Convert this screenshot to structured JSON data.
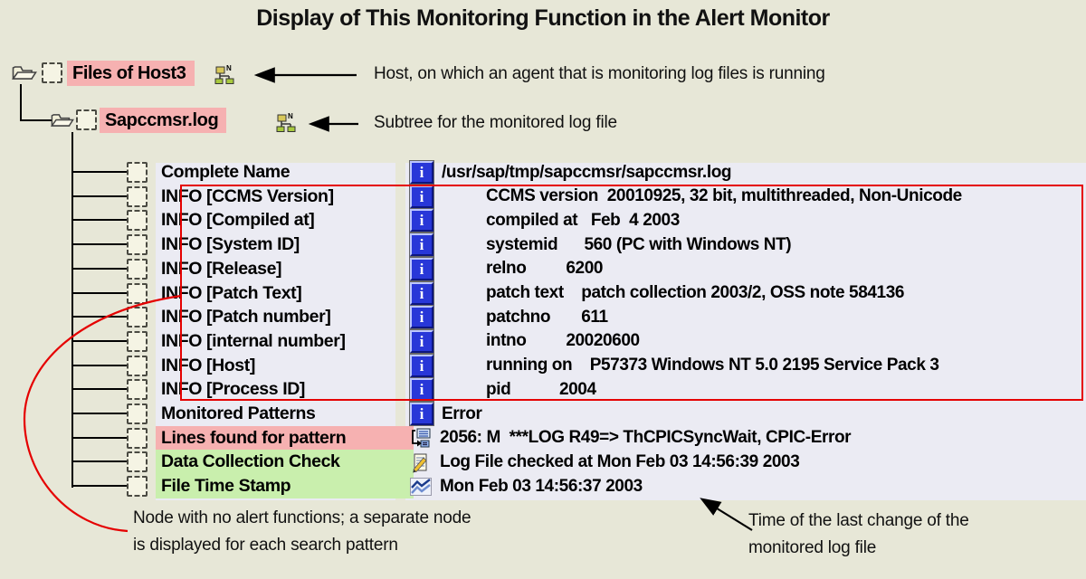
{
  "title": "Display of This Monitoring Function in the Alert Monitor",
  "colors": {
    "page_bg": "#e7e7d7",
    "panel_bg": "#ebebf3",
    "highlight_pink": "#f6b1b1",
    "highlight_green": "#c9efad",
    "callout_red": "#e50000",
    "info_icon_blue": "#2837d8"
  },
  "icons": {
    "folder": "folder-icon",
    "checkbox": "dashed-checkbox",
    "subtree": "subtree-icon",
    "info": "info-icon",
    "lines_found": "log-lines-icon",
    "data_collection": "notepad-pencil-icon",
    "time_stamp": "line-chart-icon"
  },
  "tree": {
    "root": {
      "label": "Files of Host3"
    },
    "subtree": {
      "label": "Sapccmsr.log"
    },
    "rows": [
      {
        "label": "Complete Name",
        "value": "/usr/sap/tmp/sapccmsr/sapccmsr.log"
      },
      {
        "label": "INFO [CCMS Version]",
        "value": "CCMS version  20010925, 32 bit, multithreaded, Non-Unicode"
      },
      {
        "label": "INFO [Compiled at]",
        "value": "compiled at   Feb  4 2003"
      },
      {
        "label": "INFO [System ID]",
        "value": "systemid      560 (PC with Windows NT)"
      },
      {
        "label": "INFO [Release]",
        "value": "relno         6200"
      },
      {
        "label": "INFO [Patch Text]",
        "value": "patch text    patch collection 2003/2, OSS note 584136"
      },
      {
        "label": "INFO [Patch number]",
        "value": "patchno       611"
      },
      {
        "label": "INFO [internal number]",
        "value": "intno         20020600"
      },
      {
        "label": "INFO [Host]",
        "value": "running on    P57373 Windows NT 5.0 2195 Service Pack 3"
      },
      {
        "label": "INFO [Process ID]",
        "value": "pid           2004"
      },
      {
        "label": "Monitored Patterns",
        "value": "Error"
      },
      {
        "label": "Lines found for pattern",
        "value": "2056: M  ***LOG R49=> ThCPICSyncWait, CPIC-Error"
      },
      {
        "label": "Data Collection Check",
        "value": "Log File checked at Mon Feb 03 14:56:39 2003"
      },
      {
        "label": "File Time Stamp",
        "value": "Mon Feb 03 14:56:37 2003"
      }
    ]
  },
  "annotations": {
    "host": "Host, on which an agent that is monitoring log files is running",
    "subtree": "Subtree for the monitored log file",
    "node_line1": "Node with no alert functions; a separate node",
    "node_line2": "is displayed for each search pattern",
    "time_line1": "Time of the last change of the",
    "time_line2": "monitored log file"
  }
}
